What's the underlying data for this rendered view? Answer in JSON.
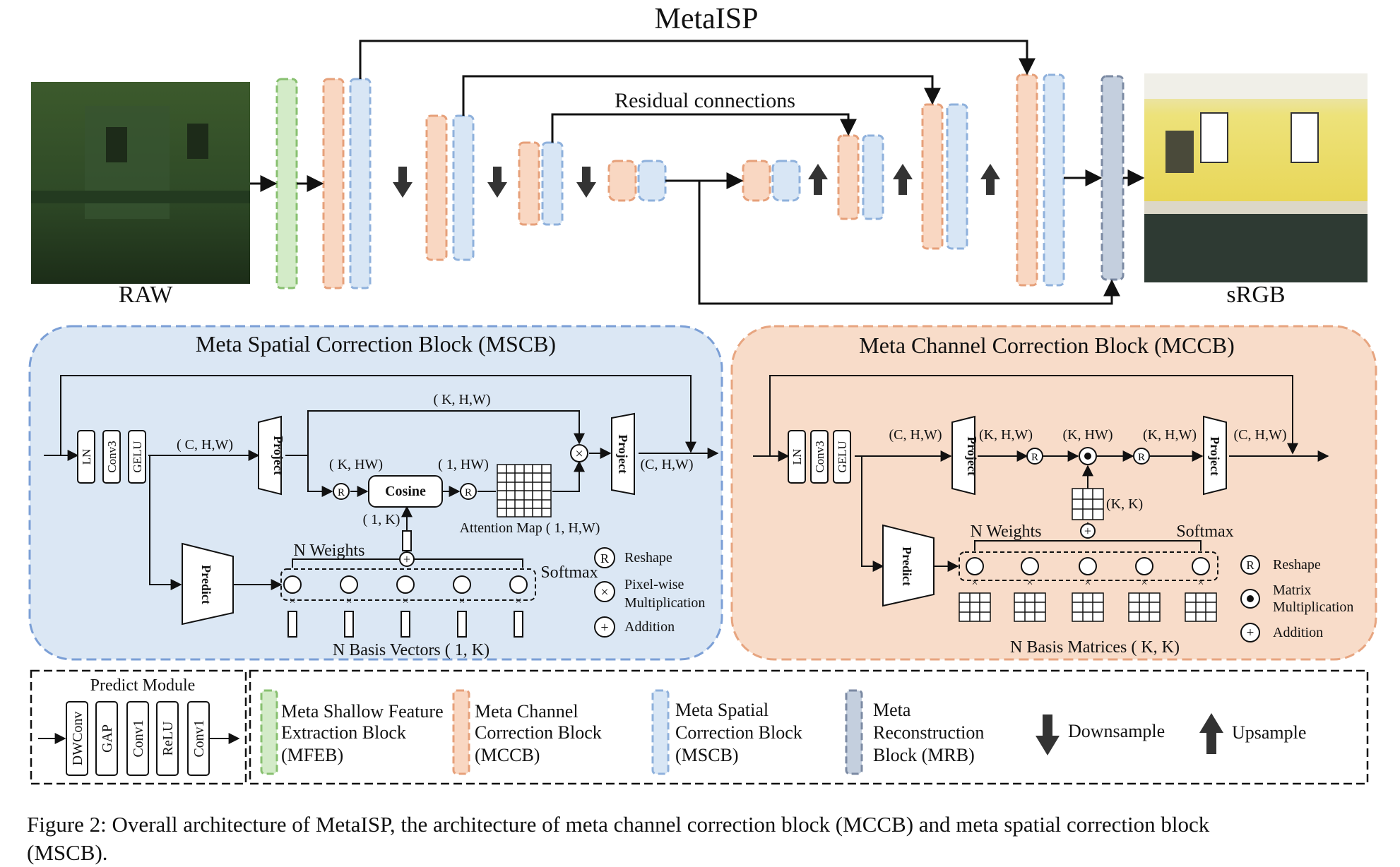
{
  "title": "MetaISP",
  "residual_label": "Residual connections",
  "raw_label": "RAW",
  "srgb_label": "sRGB",
  "colors": {
    "mfeb": "#d3ebc8",
    "mfeb_stroke": "#88c070",
    "mccb": "#f9d7c2",
    "mccb_stroke": "#e6a07a",
    "mscb": "#d8e6f5",
    "mscb_stroke": "#8fb1dc",
    "mrb": "#c4cfde",
    "mrb_stroke": "#7b8aa3",
    "mscb_panel": "#dbe7f4",
    "mscb_panel_stroke": "#7b9fd6",
    "mccb_panel": "#f8dcc9",
    "mccb_panel_stroke": "#e7a580"
  },
  "mscb": {
    "title": "Meta Spatial Correction Block (MSCB)",
    "ln": "LN",
    "conv3": "Conv3",
    "gelu": "GELU",
    "chw_in": "( C, H,W)",
    "project1": "Project",
    "project2": "Project",
    "khw_top": "( K, H,W)",
    "khw_flat": "( K, HW)",
    "one_hw": "( 1, HW)",
    "cosine": "Cosine",
    "chw_out": "(C, H,W)",
    "one_k": "( 1, K)",
    "attention": "Attention Map  ( 1, H,W)",
    "predict": "Predict",
    "n_weights": "N Weights",
    "softmax": "Softmax",
    "basis": "N Basis Vectors  ( 1, K)",
    "legend": {
      "r": "R",
      "reshape": "Reshape",
      "pixel1": "Pixel-wise",
      "pixel2": "Multiplication",
      "addition": "Addition"
    }
  },
  "mccb": {
    "title": "Meta Channel Correction Block (MCCB)",
    "ln": "LN",
    "conv3": "Conv3",
    "gelu": "GELU",
    "chw_in": "(C, H,W)",
    "project1": "Project",
    "project2": "Project",
    "khw1": "(K, H,W)",
    "khw_flat": "(K, HW)",
    "khw2": "(K, H,W)",
    "chw_out": "(C, H,W)",
    "kk": "(K, K)",
    "predict": "Predict",
    "n_weights": "N Weights",
    "softmax": "Softmax",
    "basis": "N Basis Matrices  ( K, K)",
    "legend": {
      "r": "R",
      "reshape": "Reshape",
      "matrix1": "Matrix",
      "matrix2": "Multiplication",
      "addition": "Addition"
    }
  },
  "predict_module": {
    "title": "Predict Module",
    "layers": [
      "DWConv",
      "GAP",
      "Conv1",
      "ReLU",
      "Conv1"
    ]
  },
  "legend": {
    "mfeb": [
      "Meta Shallow Feature",
      "Extraction Block",
      "(MFEB)"
    ],
    "mccb": [
      "Meta Channel",
      "Correction Block",
      "(MCCB)"
    ],
    "mscb": [
      "Meta Spatial",
      "Correction Block",
      "(MSCB)"
    ],
    "mrb": [
      "Meta",
      "Reconstruction",
      "Block (MRB)"
    ],
    "downsample": "Downsample",
    "upsample": "Upsample"
  },
  "caption": {
    "line1": "Figure 2:  Overall architecture of MetaISP, the architecture of meta channel correction block (MCCB) and meta spatial correction block",
    "line2": "(MSCB)."
  }
}
